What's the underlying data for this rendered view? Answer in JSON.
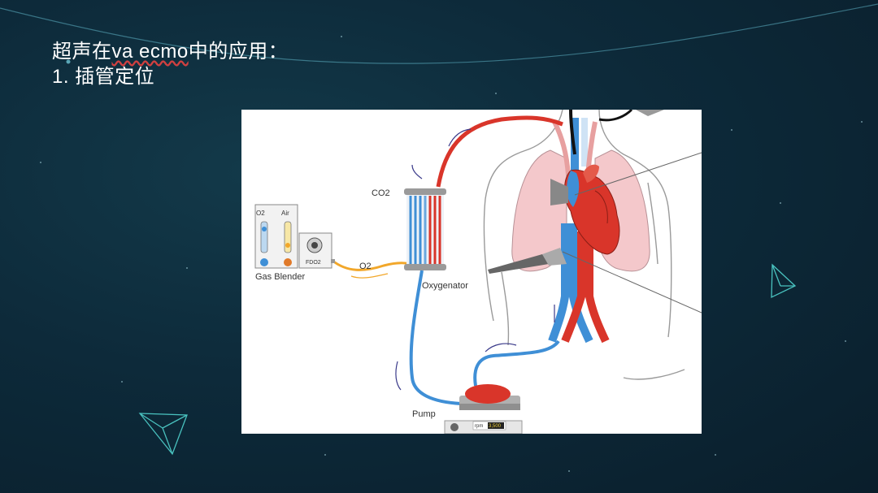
{
  "slide": {
    "title_prefix": "超声在",
    "title_term": "va ecmo",
    "title_suffix": "中的应用：",
    "subtitle": "1.  插管定位"
  },
  "figure": {
    "gas_blender_label": "Gas Blender",
    "o2_column_label": "O2",
    "air_column_label": "Air",
    "fdo2_label": "FDO2",
    "o2_label": "O2",
    "co2_label": "CO2",
    "oxygenator_label": "Oxygenator",
    "pump_label": "Pump",
    "rpm_label": "rpm",
    "rpm_value": "3,500"
  },
  "colors": {
    "arterial": "#d9352a",
    "venous": "#3f8fd6",
    "gas_line": "#f2a72a"
  },
  "icons": [
    "paper-plane-icon",
    "paper-plane-icon"
  ]
}
